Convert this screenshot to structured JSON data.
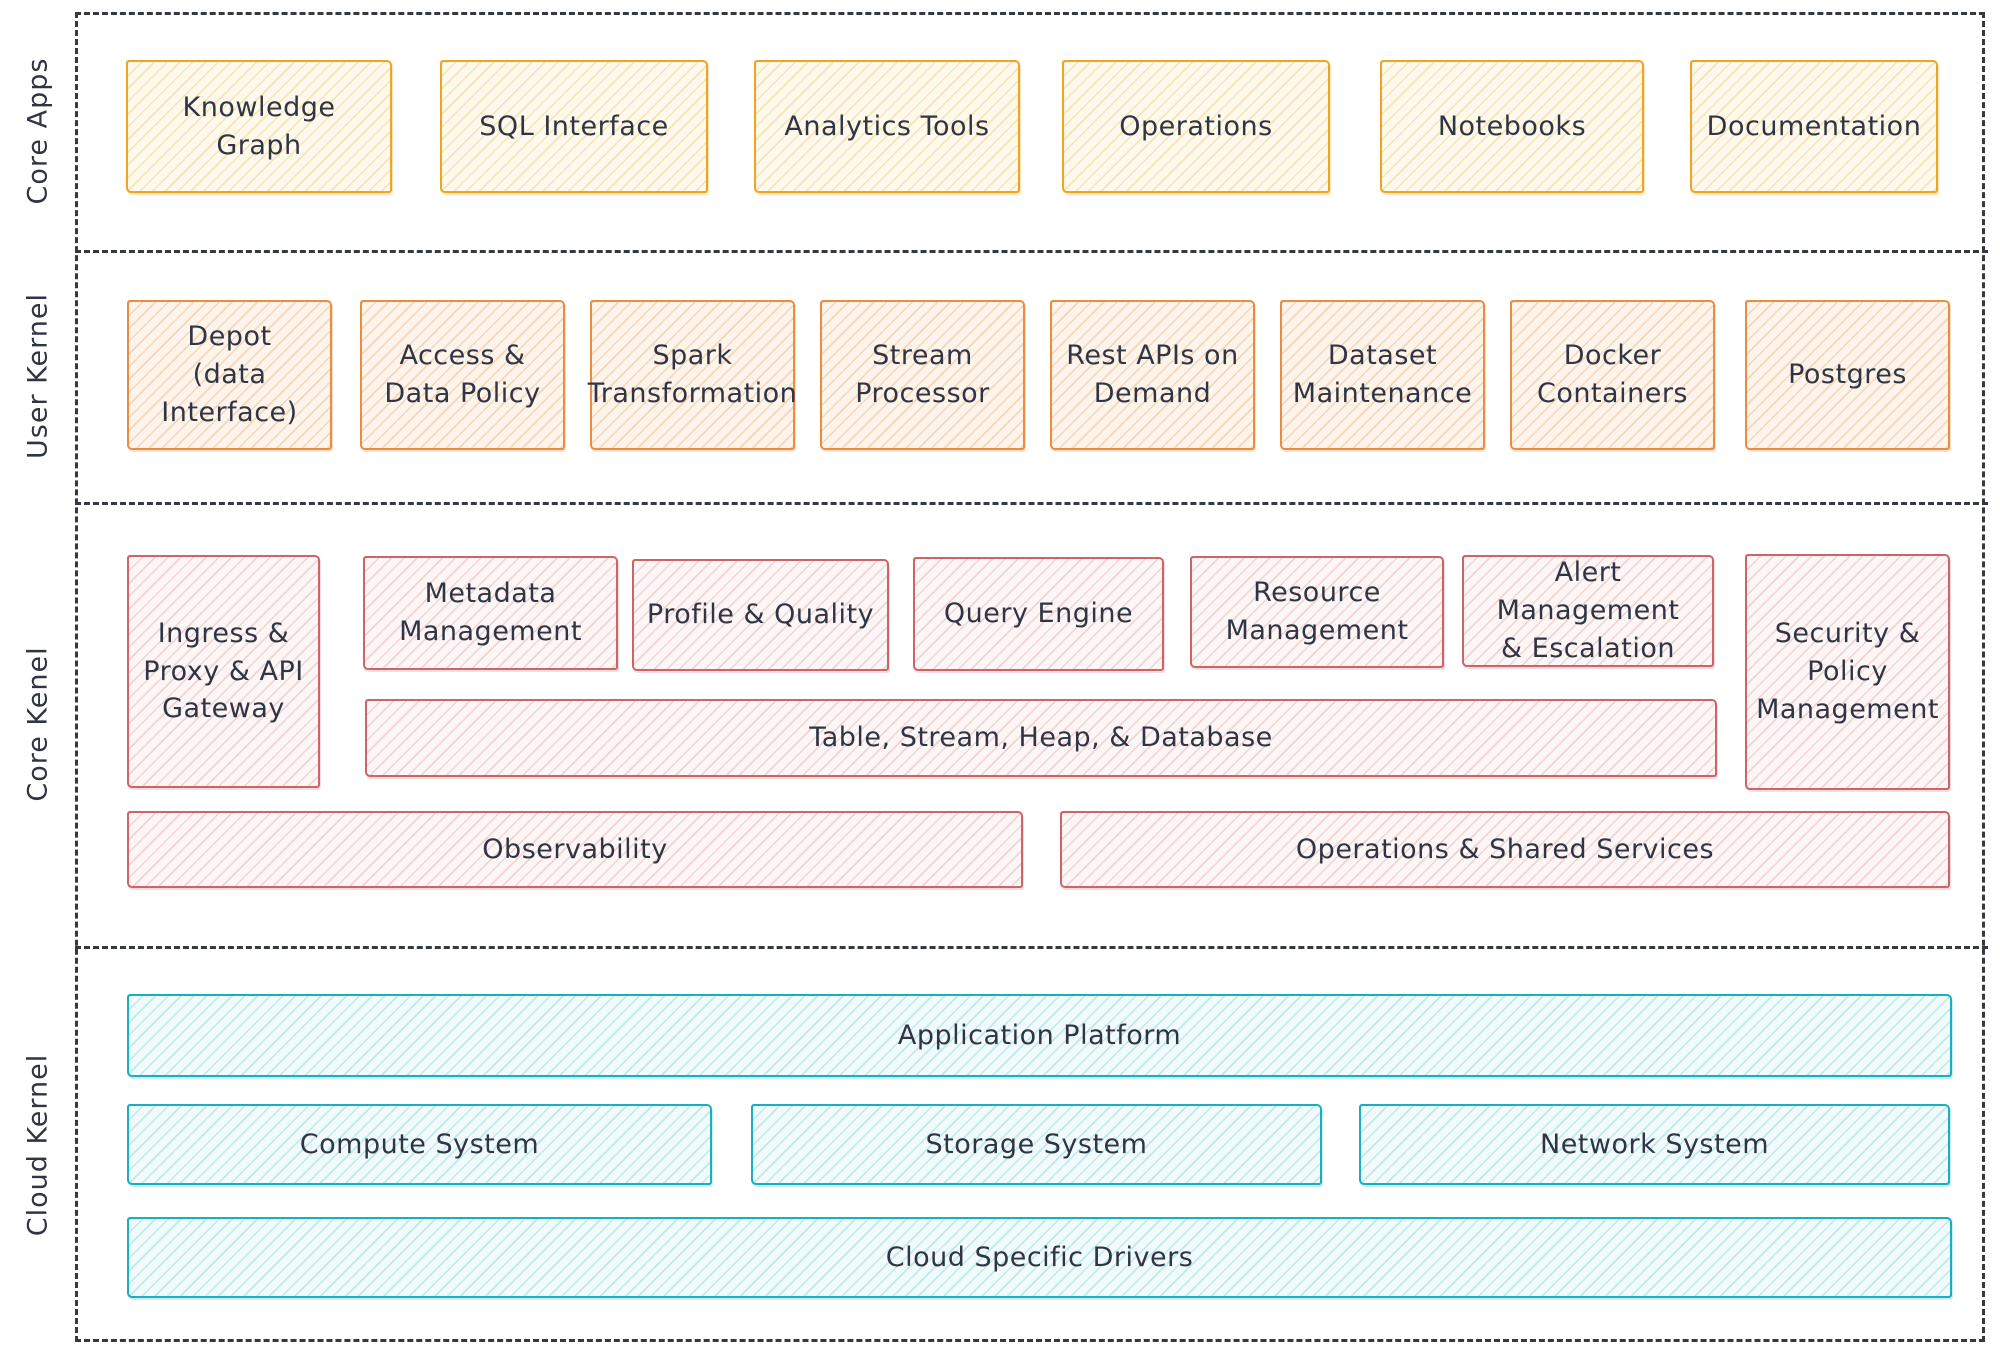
{
  "colors": {
    "core_apps_accent": "#f0a41f",
    "user_kernel_accent": "#ec8c3f",
    "core_kernel_accent": "#cc6468",
    "cloud_kernel_accent": "#19aec0",
    "ink": "#2f3542",
    "dashed_frame": "#343a40"
  },
  "bands": [
    {
      "label": "Core Apps",
      "boxes": [
        {
          "label": "Knowledge\nGraph"
        },
        {
          "label": "SQL Interface"
        },
        {
          "label": "Analytics Tools"
        },
        {
          "label": "Operations"
        },
        {
          "label": "Notebooks"
        },
        {
          "label": "Documentation"
        }
      ]
    },
    {
      "label": "User Kernel",
      "boxes": [
        {
          "label": "Depot\n(data\nInterface)"
        },
        {
          "label": "Access &\nData Policy"
        },
        {
          "label": "Spark\nTransformation"
        },
        {
          "label": "Stream\nProcessor"
        },
        {
          "label": "Rest APIs on\nDemand"
        },
        {
          "label": "Dataset\nMaintenance"
        },
        {
          "label": "Docker\nContainers"
        },
        {
          "label": "Postgres"
        }
      ]
    },
    {
      "label": "Core Kenel",
      "boxes": [
        {
          "label": "Ingress &\nProxy & API\nGateway"
        },
        {
          "label": "Metadata\nManagement"
        },
        {
          "label": "Profile & Quality"
        },
        {
          "label": "Query Engine"
        },
        {
          "label": "Resource\nManagement"
        },
        {
          "label": "Alert Management\n& Escalation"
        },
        {
          "label": "Security &\nPolicy\nManagement"
        },
        {
          "label": "Table, Stream, Heap, & Database"
        },
        {
          "label": "Observability"
        },
        {
          "label": "Operations & Shared Services"
        }
      ]
    },
    {
      "label": "Cloud Kernel",
      "boxes": [
        {
          "label": "Application Platform"
        },
        {
          "label": "Compute System"
        },
        {
          "label": "Storage System"
        },
        {
          "label": "Network System"
        },
        {
          "label": "Cloud Specific Drivers"
        }
      ]
    }
  ]
}
